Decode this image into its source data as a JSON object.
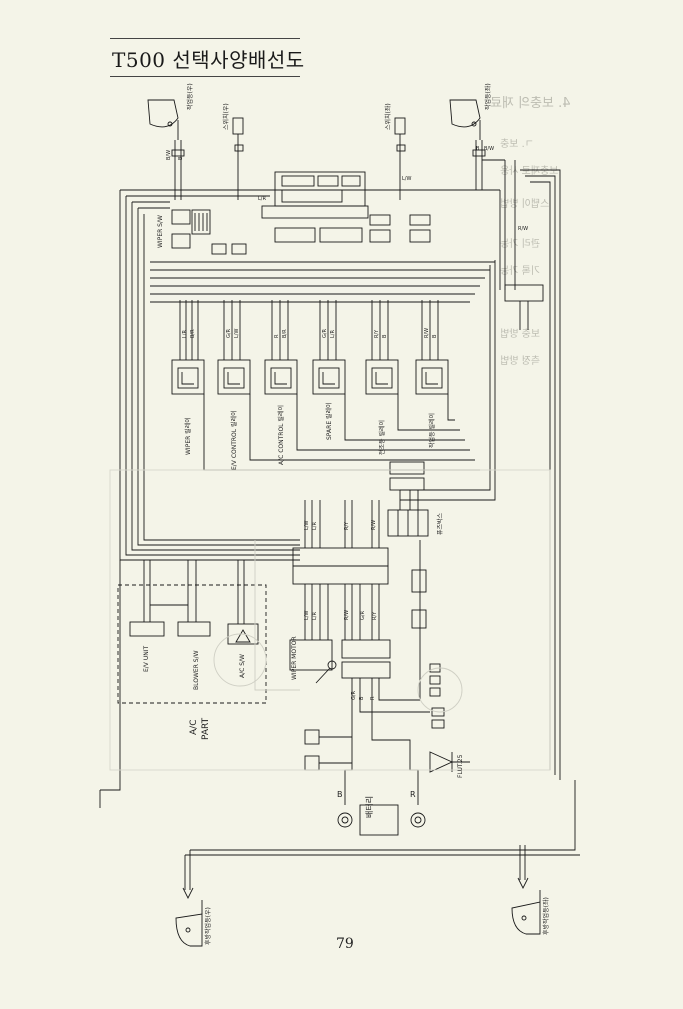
{
  "title": "T500 선택사양배선도",
  "page_number": "79",
  "components": {
    "wiper_sw": "WIPER S/W",
    "ac_part": "A/C",
    "ac_part2": "PART",
    "ev_unit": "E/V UNIT",
    "blower_sw": "BLOWER S/W",
    "ac_sw": "A/C S/W",
    "wiper_motor": "WIPER MOTOR",
    "battery": "배터리",
    "flutter": "FLUT.25",
    "fuse_box": "퓨즈박스"
  },
  "relays": [
    {
      "label": "WIPER 릴레이"
    },
    {
      "label": "E/V CONTROL 릴레이"
    },
    {
      "label": "A/C CONTROL 릴레이"
    },
    {
      "label": "SPARE 릴레이"
    },
    {
      "label": "전조등 릴레이"
    },
    {
      "label": "작업등 릴레이"
    }
  ],
  "wire_codes": {
    "lw": "L/W",
    "bw": "B/W",
    "lr": "L/R",
    "br": "B/R",
    "gr": "G/R",
    "ry": "R/Y",
    "rw": "R/W",
    "b": "B",
    "r": "R",
    "g": "G",
    "l": "L"
  },
  "colors": {
    "ink": "#1a1a1a",
    "paper": "#f4f4e8",
    "ghost": "#bdbdb2"
  },
  "icons": {
    "lamp": "work-lamp-icon",
    "ground": "ground-icon",
    "fuse": "fuse-icon",
    "motor": "motor-icon"
  }
}
